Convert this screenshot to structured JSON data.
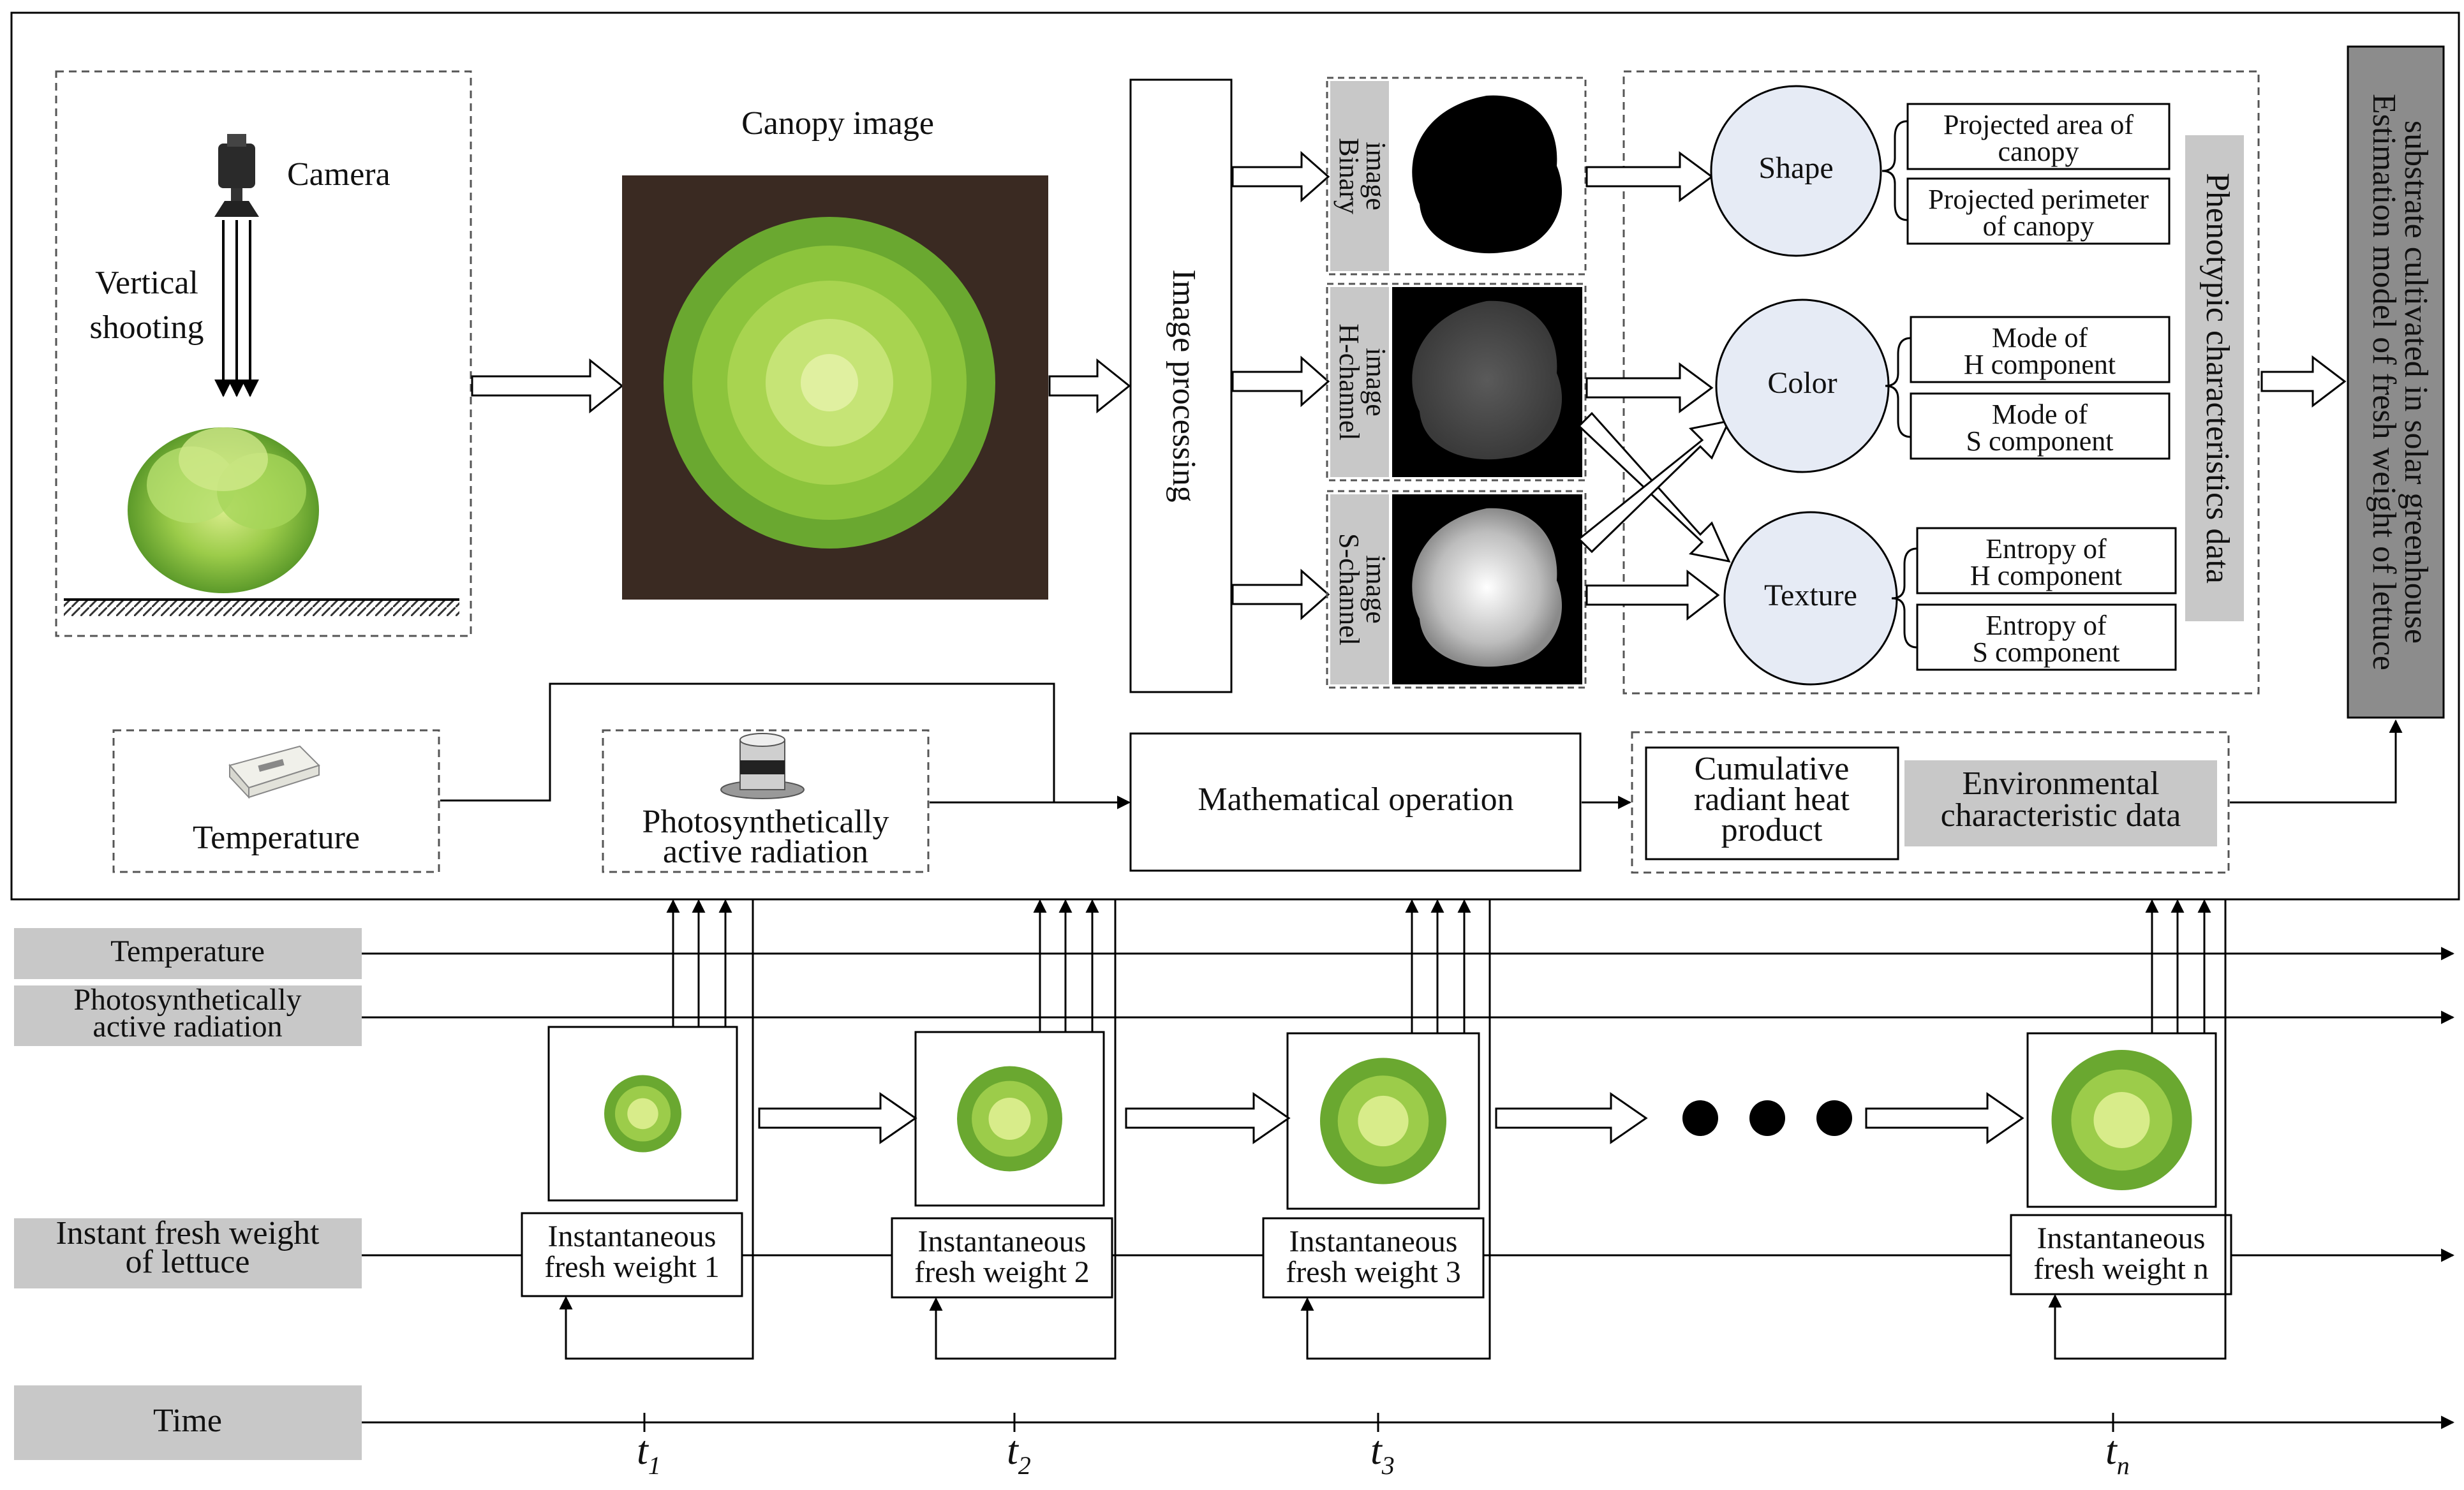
{
  "acquisition": {
    "camera_label": "Camera",
    "shooting_label_line1": "Vertical",
    "shooting_label_line2": "shooting",
    "canopy_title": "Canopy image",
    "image_processing": "Image processing"
  },
  "derived_images": [
    {
      "label_line1": "Binary",
      "label_line2": "image"
    },
    {
      "label_line1": "H-channel",
      "label_line2": "image"
    },
    {
      "label_line1": "S-channel",
      "label_line2": "image"
    }
  ],
  "features": [
    {
      "name": "Shape",
      "items": [
        [
          "Projected area of",
          "canopy"
        ],
        [
          "Projected perimeter",
          "of canopy"
        ]
      ]
    },
    {
      "name": "Color",
      "items": [
        [
          "Mode of",
          "H component"
        ],
        [
          "Mode of",
          "S component"
        ]
      ]
    },
    {
      "name": "Texture",
      "items": [
        [
          "Entropy of",
          "H component"
        ],
        [
          "Entropy of",
          "S component"
        ]
      ]
    }
  ],
  "phenotypic_label": "Phenotypic characteristics data",
  "model_label_line1": "Estimation model of fresh weight of lettuce",
  "model_label_line2": "substrate cultivated in solar greenhouse",
  "environment": {
    "temperature": "Temperature",
    "par_line1": "Photosynthetically",
    "par_line2": "active radiation",
    "math_op": "Mathematical operation",
    "crhp_line1": "Cumulative",
    "crhp_line2": "radiant heat",
    "crhp_line3": "product",
    "env_data_line1": "Environmental",
    "env_data_line2": "characteristic data"
  },
  "timeline": {
    "rows": {
      "temperature": "Temperature",
      "par_line1": "Photosynthetically",
      "par_line2": "active radiation",
      "fresh_line1": "Instant fresh weight",
      "fresh_line2": "of lettuce",
      "time": "Time"
    },
    "samples": [
      {
        "line1": "Instantaneous",
        "line2": "fresh weight 1",
        "t_base": "t",
        "t_sub": "1"
      },
      {
        "line1": "Instantaneous",
        "line2": "fresh weight 2",
        "t_base": "t",
        "t_sub": "2"
      },
      {
        "line1": "Instantaneous",
        "line2": "fresh weight 3",
        "t_base": "t",
        "t_sub": "3"
      },
      {
        "line1": "Instantaneous",
        "line2": "fresh weight n",
        "t_base": "t",
        "t_sub": "n"
      }
    ]
  },
  "colors": {
    "gray_box": "#c8c8c8",
    "dark_box": "#8c8c8c",
    "circle_fill": "#e6ebf5",
    "lettuce_light": "#9ccc4a",
    "lettuce_dark": "#5c9a2a",
    "soil": "#3a2a22"
  }
}
